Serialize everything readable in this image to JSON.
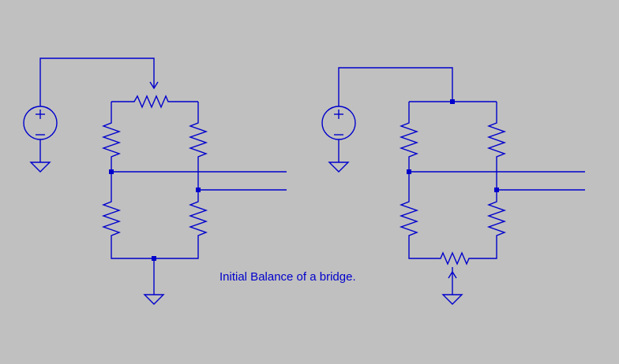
{
  "caption": "Initial Balance of a bridge.",
  "colors": {
    "background": "#c0c0c0",
    "wire": "#0000cc",
    "node": "#0000cc"
  },
  "schematics": [
    {
      "name": "bridge-with-top-potentiometer",
      "components": [
        "voltage-source",
        "potentiometer",
        "resistor",
        "resistor",
        "resistor",
        "resistor",
        "ground",
        "ground"
      ]
    },
    {
      "name": "bridge-with-bottom-potentiometer",
      "components": [
        "voltage-source",
        "potentiometer",
        "resistor",
        "resistor",
        "resistor",
        "resistor",
        "ground",
        "ground"
      ]
    }
  ]
}
